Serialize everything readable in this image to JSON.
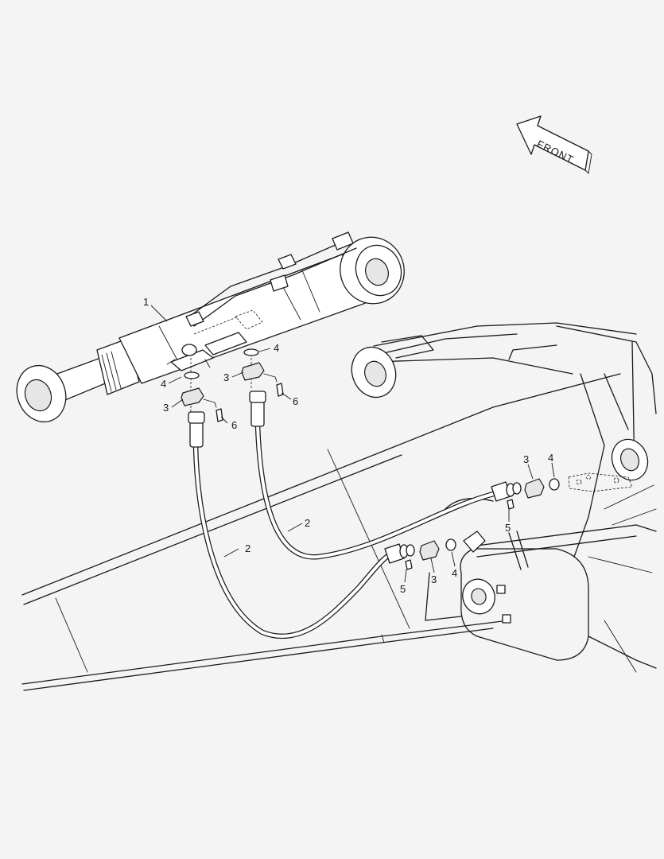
{
  "diagram": {
    "front_label": "FRONT",
    "callouts": {
      "c1": "1",
      "c2a": "2",
      "c2b": "2",
      "c3a": "3",
      "c3b": "3",
      "c3c": "3",
      "c3d": "3",
      "c4a": "4",
      "c4b": "4",
      "c4c": "4",
      "c4d": "4",
      "c5a": "5",
      "c5b": "5",
      "c6a": "6",
      "c6b": "6"
    }
  }
}
